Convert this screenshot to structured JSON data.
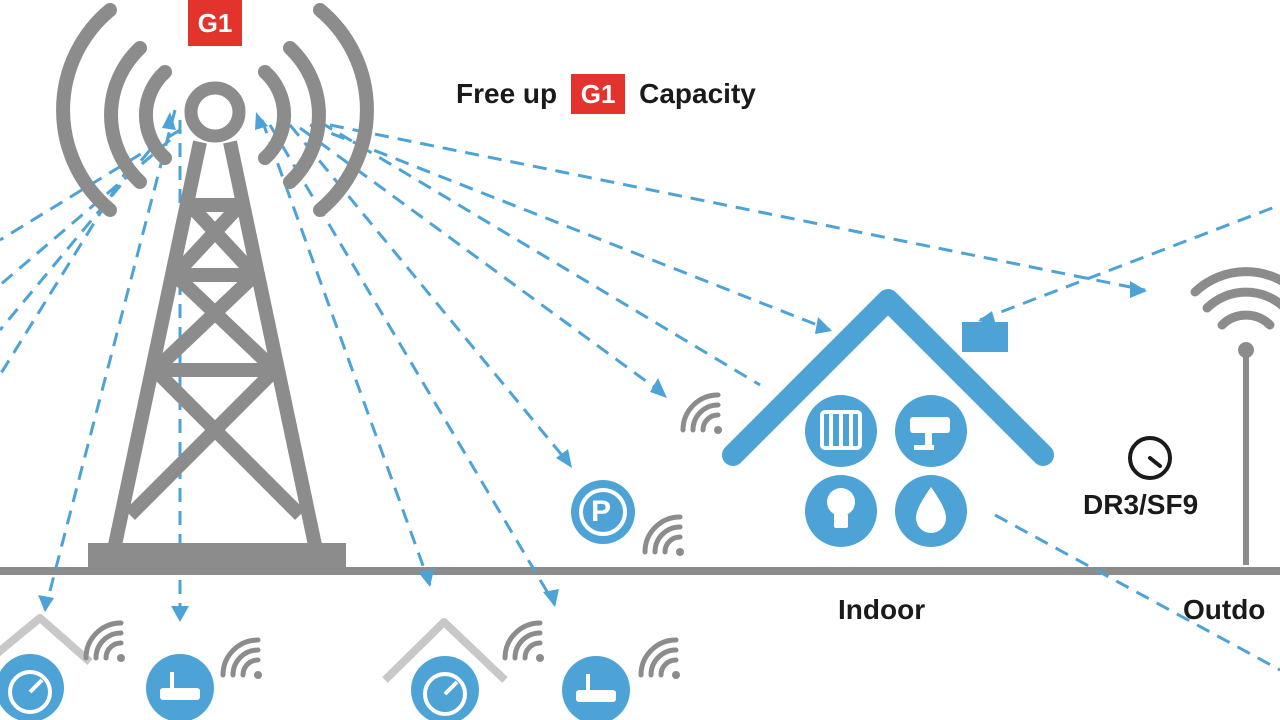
{
  "tower": {
    "badge": "G1"
  },
  "headline": {
    "prefix": "Free up",
    "badge": "G1",
    "suffix": "Capacity"
  },
  "house": {
    "label": "Indoor",
    "icons": [
      "radiator-icon",
      "camera-icon",
      "bulb-icon",
      "water-drop-icon"
    ]
  },
  "outdoor": {
    "label": "Outdo",
    "meter_label": "DR3/SF9"
  },
  "parking": {
    "letter": "P"
  },
  "colors": {
    "grey": "#8c8c8c",
    "blue": "#4ea3d6",
    "red": "#e2332c",
    "dark": "#1a1a1a"
  },
  "icons": [
    "signal-tower-icon",
    "parking-sensor-icon",
    "gauge-icon",
    "router-icon",
    "wifi-icon",
    "antenna-icon"
  ]
}
